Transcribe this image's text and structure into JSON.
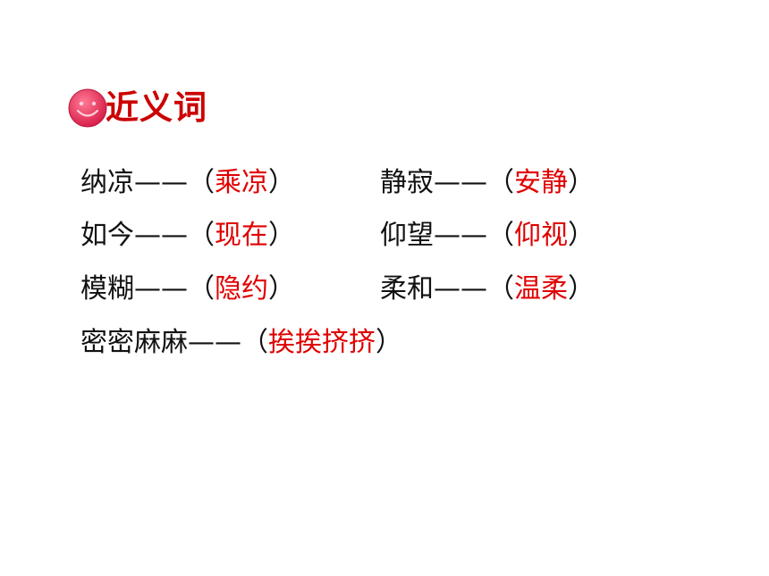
{
  "title": "近义词",
  "icon": {
    "name": "smiley-face-icon",
    "color": "#e8365d"
  },
  "colors": {
    "heading": "#cc0000",
    "answer": "#e00000",
    "text": "#111111"
  },
  "pairs": [
    {
      "word": "纳凉",
      "dash": "——（",
      "answer": "乘凉",
      "close": "）"
    },
    {
      "word": "静寂",
      "dash": "——（",
      "answer": "安静",
      "close": "）"
    },
    {
      "word": "如今",
      "dash": "——（",
      "answer": "现在",
      "close": "）"
    },
    {
      "word": "仰望",
      "dash": "——（",
      "answer": "仰视",
      "close": "）"
    },
    {
      "word": "模糊",
      "dash": "——（",
      "answer": "隐约",
      "close": "）"
    },
    {
      "word": "柔和",
      "dash": "——（",
      "answer": "温柔",
      "close": "）"
    },
    {
      "word": "密密麻麻",
      "dash": "——（",
      "answer": "挨挨挤挤",
      "close": "）"
    }
  ]
}
